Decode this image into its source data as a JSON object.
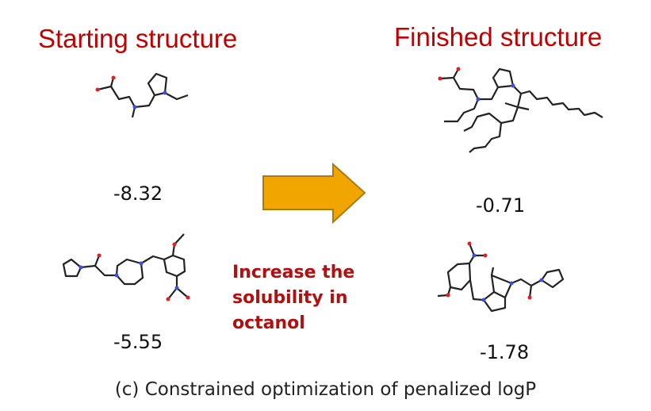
{
  "left_title": "Starting structure",
  "right_title": "Finished structure",
  "scores": {
    "start_1": "-8.32",
    "start_2": "-5.55",
    "finish_1": "-0.71",
    "finish_2": "-1.78"
  },
  "annotation": "Increase the solubility in octanol",
  "caption": "(c) Constrained optimization of penalized logP",
  "colors": {
    "title": "#C00000",
    "arrow_fill": "#F0A500",
    "arrow_stroke": "#B07A00"
  }
}
